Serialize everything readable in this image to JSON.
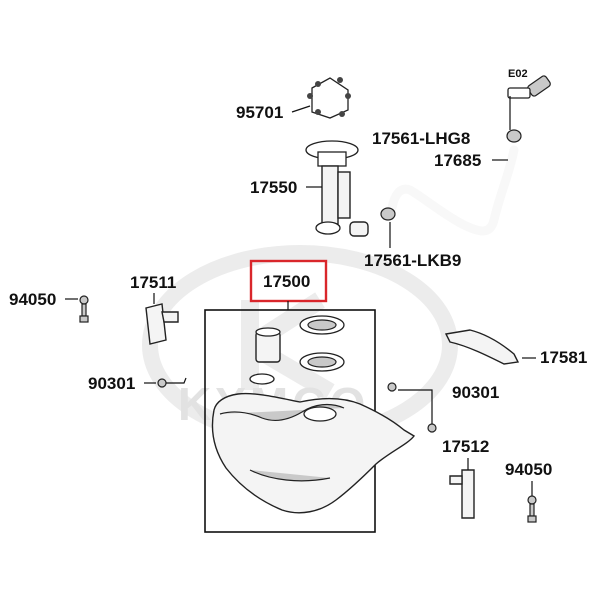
{
  "diagram": {
    "watermark": "KYMCO",
    "labels": {
      "p95701": "95701",
      "p17561_lhg8": "17561-LHG8",
      "p17685": "17685",
      "p17550": "17550",
      "p17561_lkb9": "17561-LKB9",
      "p17500": "17500",
      "p17511": "17511",
      "p94050_left": "94050",
      "p90301_left": "90301",
      "p17581": "17581",
      "p90301_right": "90301",
      "p17512": "17512",
      "p94050_right": "94050",
      "e02": "E02"
    },
    "colors": {
      "highlight_box": "#d9262b",
      "line": "#111111",
      "watermark": "#e2e2e2"
    }
  }
}
